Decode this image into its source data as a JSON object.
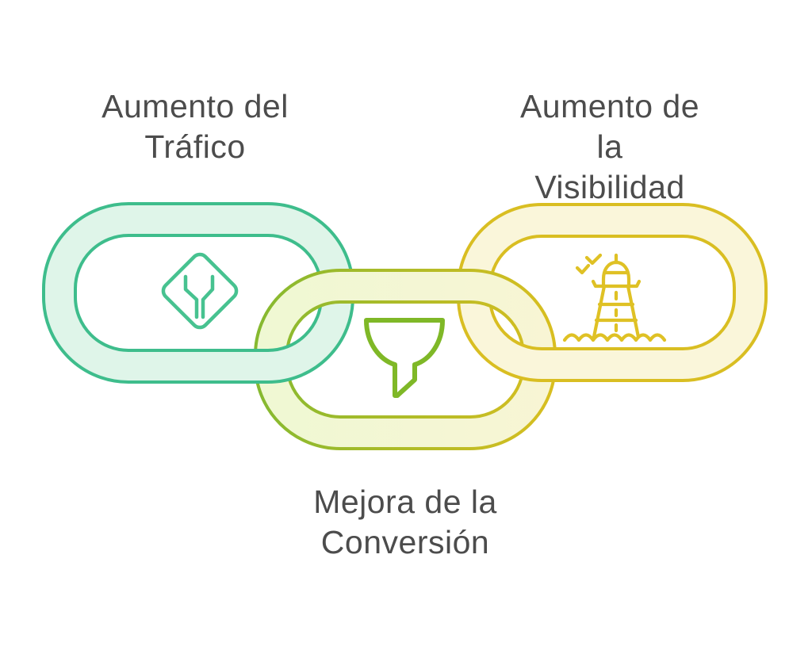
{
  "background": "#FFFFFF",
  "text_color": "#4C4C4C",
  "labels": {
    "traffic": "Aumento del\nTráfico",
    "visibility": "Aumento de la\nVisibilidad",
    "conversion": "Mejora de la\nConversión"
  },
  "links": {
    "traffic": {
      "stroke": "#3EBD8C",
      "fill": "#DFF5E9"
    },
    "conversion": {
      "stroke_start": "#85B930",
      "stroke_end": "#D9BE20",
      "fill_start": "#EFF8D3",
      "fill_end": "#F8F5D4"
    },
    "visibility": {
      "stroke": "#D9BE22",
      "fill": "#FAF6DA"
    }
  },
  "icons": {
    "merge_sign": {
      "color": "#47C290"
    },
    "funnel": {
      "color": "#7FB827"
    },
    "lighthouse": {
      "color": "#DFC125"
    }
  }
}
